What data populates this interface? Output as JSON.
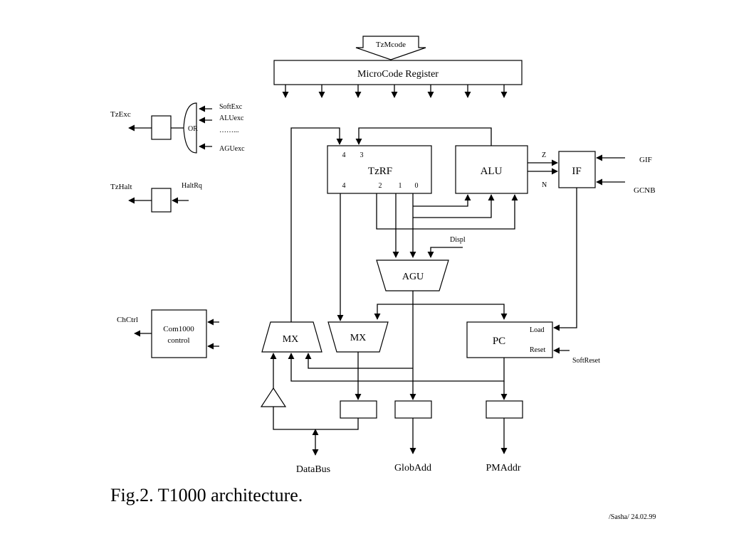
{
  "diagram": {
    "tzmcode": "TzMcode",
    "microcode_register": "MicroCode Register",
    "or_gate": {
      "label": "OR",
      "inputs": [
        "SoftExc",
        "ALUexc",
        "……...",
        "AGUexc"
      ],
      "output": "TzExc"
    },
    "tzhalt": {
      "output": "TzHalt",
      "input": "HaltRq"
    },
    "com1000": {
      "line1": "Com1000",
      "line2": "control",
      "output": "ChCtrl"
    },
    "tzrf": {
      "label": "TzRF",
      "top_ports": [
        "4",
        "3"
      ],
      "bottom_ports": [
        "4",
        "2",
        "1",
        "0"
      ]
    },
    "alu": {
      "label": "ALU",
      "flags": [
        "Z",
        "N"
      ]
    },
    "if_block": {
      "label": "IF",
      "inputs": [
        "GIF",
        "GCNB"
      ]
    },
    "agu": {
      "label": "AGU",
      "input": "Displ"
    },
    "mx_left": "MX",
    "mx_right": "MX",
    "pc": {
      "label": "PC",
      "load": "Load",
      "reset": "Reset",
      "reset_input": "SoftReset"
    },
    "outputs": {
      "databus": "DataBus",
      "globadd": "GlobAdd",
      "pmaddr": "PMAddr"
    }
  },
  "caption": "Fig.2. T1000 architecture.",
  "signature": "/Sasha/ 24.02.99"
}
